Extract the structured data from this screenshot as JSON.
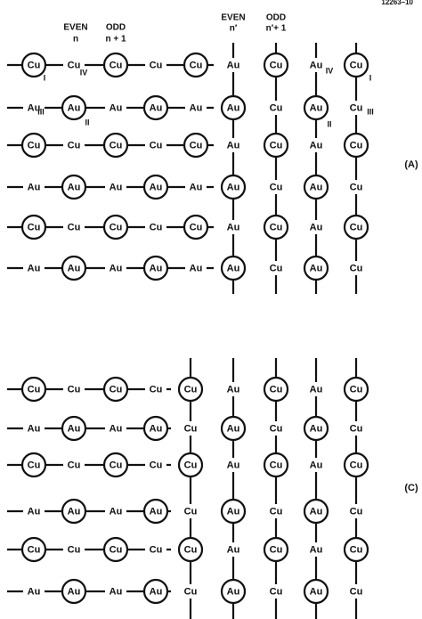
{
  "figure_id": "12263–10",
  "panel_labels": [
    "(A)",
    "(C)"
  ],
  "panel_a": {
    "horizontal_headers": [
      {
        "top": "EVEN",
        "bottom": "n"
      },
      {
        "top": "ODD",
        "bottom": "n + 1"
      }
    ],
    "vertical_headers": [
      {
        "top": "EVEN",
        "bottom": "n′"
      },
      {
        "top": "ODD",
        "bottom": "n′+ 1"
      }
    ],
    "rows": [
      [
        "Cu",
        "Cu",
        "Cu",
        "Cu",
        "Cu"
      ],
      [
        "Au",
        "Au",
        "Au",
        "Au",
        "Au"
      ],
      [
        "Cu",
        "Cu",
        "Cu",
        "Cu",
        "Cu"
      ],
      [
        "Au",
        "Au",
        "Au",
        "Au",
        "Au"
      ],
      [
        "Cu",
        "Cu",
        "Cu",
        "Cu",
        "Cu"
      ],
      [
        "Au",
        "Au",
        "Au",
        "Au",
        "Au"
      ]
    ],
    "columns": [
      [
        "Au",
        "Au",
        "Au",
        "Au",
        "Au",
        "Au"
      ],
      [
        "Cu",
        "Cu",
        "Cu",
        "Cu",
        "Cu",
        "Cu"
      ],
      [
        "Au",
        "Au",
        "Au",
        "Au",
        "Au",
        "Au"
      ],
      [
        "Cu",
        "Cu",
        "Cu",
        "Cu",
        "Cu",
        "Cu"
      ]
    ],
    "site_subscripts": [
      "I",
      "IV",
      "III",
      "II",
      "IV",
      "I",
      "II",
      "III"
    ]
  },
  "panel_c": {
    "rows": [
      [
        "Cu",
        "Cu",
        "Cu",
        "Cu"
      ],
      [
        "Au",
        "Au",
        "Au",
        "Au"
      ],
      [
        "Cu",
        "Cu",
        "Cu",
        "Cu"
      ],
      [
        "Au",
        "Au",
        "Au",
        "Au"
      ],
      [
        "Cu",
        "Cu",
        "Cu",
        "Cu"
      ],
      [
        "Au",
        "Au",
        "Au",
        "Au"
      ]
    ],
    "columns": [
      [
        "Cu",
        "Cu",
        "Cu",
        "Cu",
        "Cu",
        "Cu"
      ],
      [
        "Au",
        "Au",
        "Au",
        "Au",
        "Au",
        "Au"
      ],
      [
        "Cu",
        "Cu",
        "Cu",
        "Cu",
        "Cu",
        "Cu"
      ],
      [
        "Au",
        "Au",
        "Au",
        "Au",
        "Au",
        "Au"
      ],
      [
        "Cu",
        "Cu",
        "Cu",
        "Cu",
        "Cu",
        "Cu"
      ]
    ]
  }
}
